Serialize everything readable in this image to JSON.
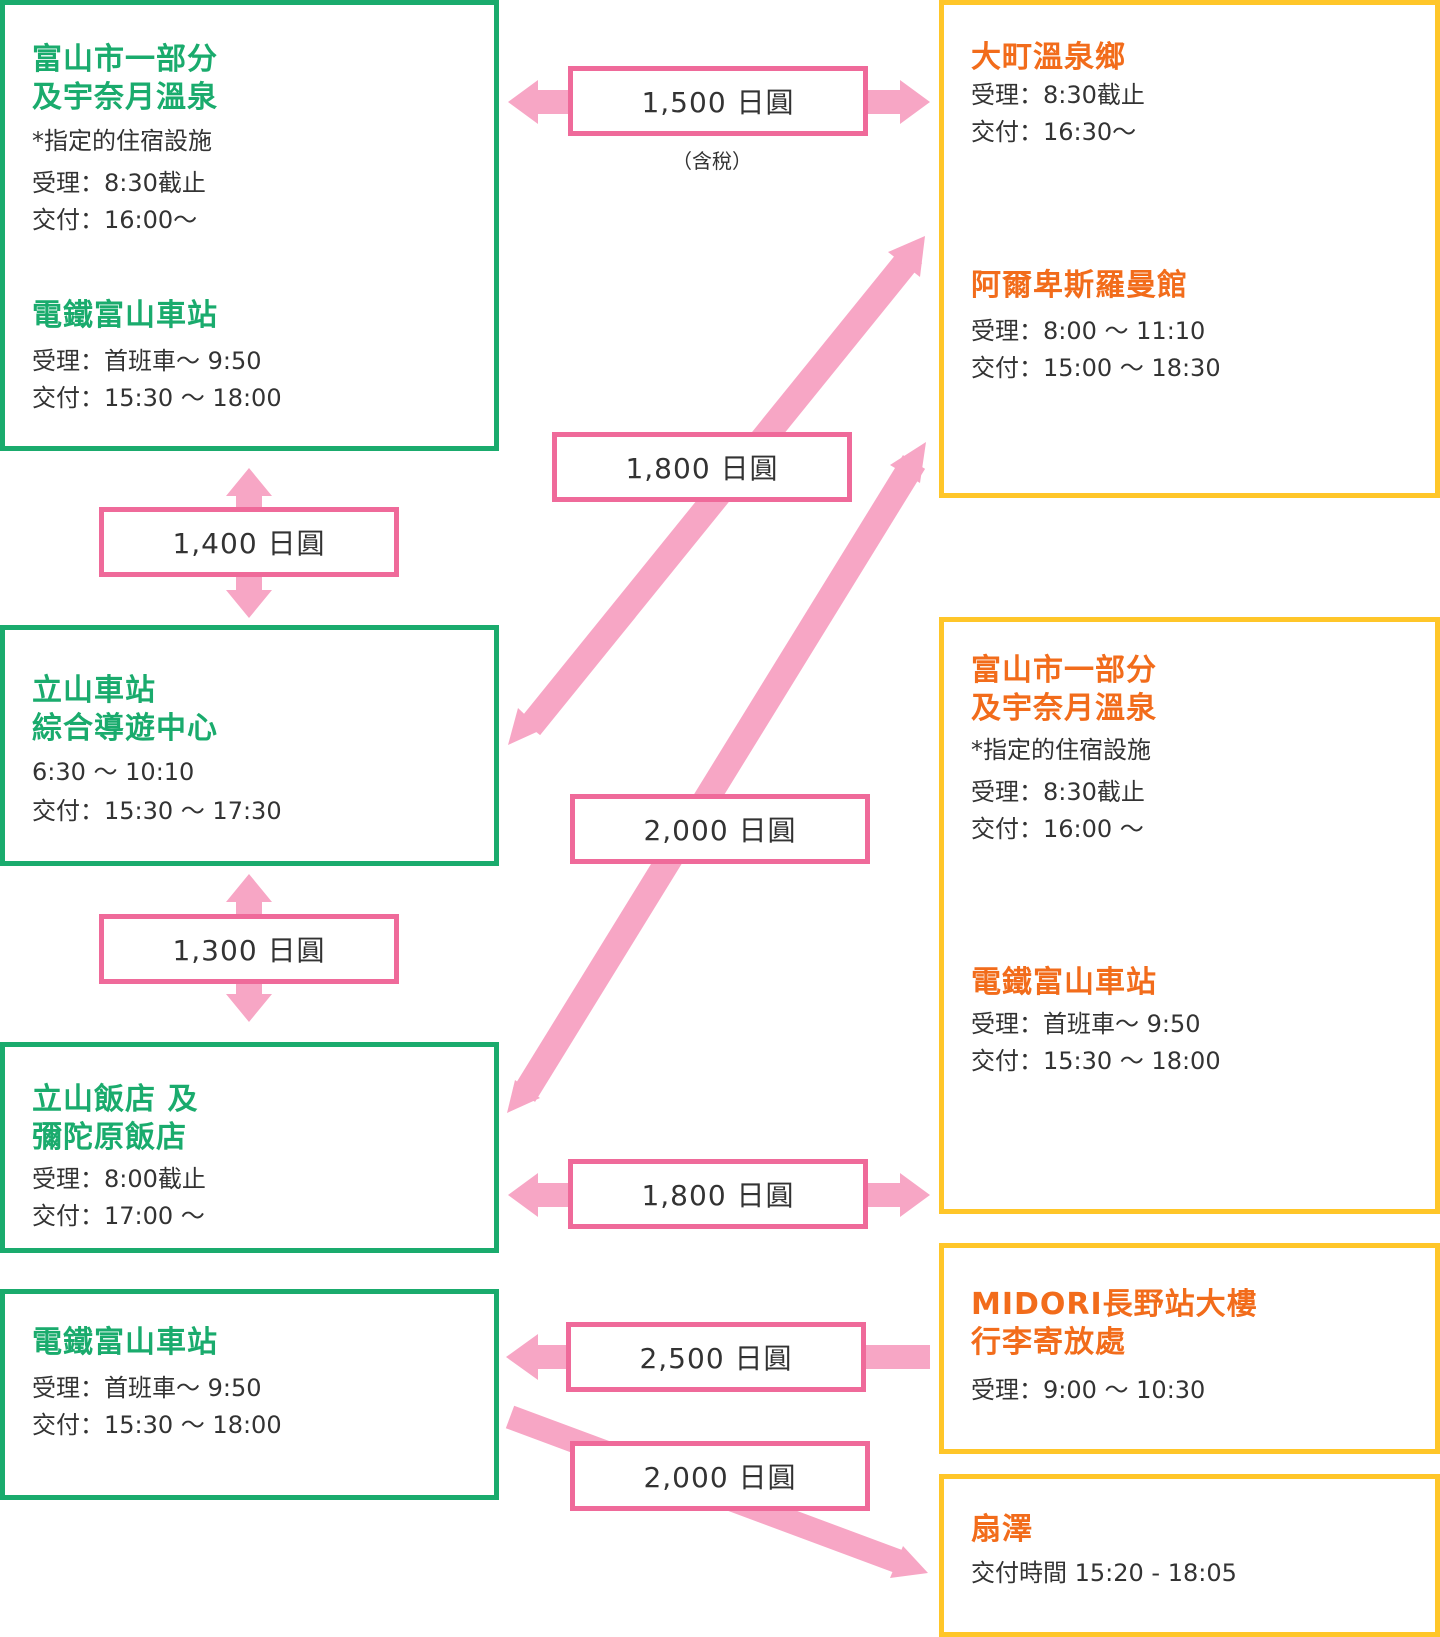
{
  "colors": {
    "green": "#1aab6d",
    "yellow": "#ffc629",
    "orange": "#f26c1b",
    "pink": "#ef6a9a",
    "arrow": "#f7a6c5"
  },
  "left": {
    "box1": {
      "title": "富山市一部分\n及宇奈月溫泉",
      "note": "*指定的住宿設施",
      "lines": [
        "受理：8:30截止",
        "交付：16:00～"
      ],
      "title2": "電鐵富山車站",
      "lines2": [
        "受理：首班車～ 9:50",
        "交付：15:30 ～ 18:00"
      ]
    },
    "box2": {
      "title": "立山車站\n綜合導遊中心",
      "lines": [
        "6:30 ～ 10:10",
        "交付：15:30 ～ 17:30"
      ]
    },
    "box3": {
      "title": "立山飯店 及\n彌陀原飯店",
      "lines": [
        "受理：8:00截止",
        "交付：17:00 ～"
      ]
    },
    "box4": {
      "title": "電鐵富山車站",
      "lines": [
        "受理：首班車～ 9:50",
        "交付：15:30 ～ 18:00"
      ]
    }
  },
  "right": {
    "box1": {
      "title": "大町溫泉鄉",
      "lines": [
        "受理：8:30截止",
        "交付：16:30～"
      ],
      "title2": "阿爾卑斯羅曼館",
      "lines2": [
        "受理：8:00 ～ 11:10",
        "交付：15:00 ～ 18:30"
      ]
    },
    "box2": {
      "title": "富山市一部分\n及宇奈月溫泉",
      "note": "*指定的住宿設施",
      "lines": [
        "受理：8:30截止",
        "交付：16:00 ～"
      ],
      "title2": "電鐵富山車站",
      "lines2": [
        "受理：首班車～ 9:50",
        "交付：15:30 ～ 18:00"
      ]
    },
    "box3": {
      "title": "MIDORI長野站大樓\n行李寄放處",
      "lines": [
        "受理：9:00 ～ 10:30"
      ]
    },
    "box4": {
      "title": "扇澤",
      "lines": [
        "交付時間 15:20 - 18:05"
      ]
    }
  },
  "prices": {
    "p1500": "1,500 日圓",
    "p1500_note": "（含稅）",
    "p1800a": "1,800 日圓",
    "p1400": "1,400 日圓",
    "p2000a": "2,000 日圓",
    "p1300": "1,300 日圓",
    "p1800b": "1,800 日圓",
    "p2500": "2,500 日圓",
    "p2000b": "2,000 日圓"
  }
}
